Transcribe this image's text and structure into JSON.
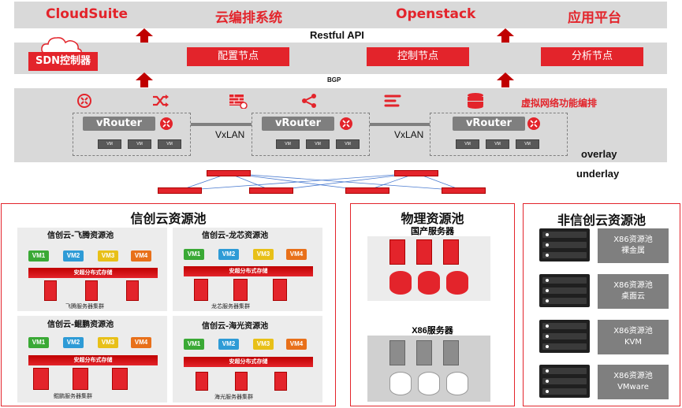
{
  "top_labels": [
    "CloudSuite",
    "云编排系统",
    "Openstack",
    "应用平台"
  ],
  "restful_api": "Restful API",
  "sdn_controller": "SDN控制器",
  "nodes": [
    "配置节点",
    "控制节点",
    "分析节点"
  ],
  "bgp": "BGP",
  "nfv_label": "虚拟网络功能编排",
  "vrouter": "vRouter",
  "vxlan": "VxLAN",
  "vm_small": "VM",
  "overlay": "overlay",
  "underlay": "underlay",
  "xinchuang": {
    "title": "信创云资源池",
    "pools": [
      {
        "title": "信创云-飞腾资源池",
        "cluster": "飞腾服务器集群"
      },
      {
        "title": "信创云-龙芯资源池",
        "cluster": "龙芯服务器集群"
      },
      {
        "title": "信创云-鲲鹏资源池",
        "cluster": "鲲鹏服务器集群"
      },
      {
        "title": "信创云-海光资源池",
        "cluster": "海光服务器集群"
      }
    ],
    "vms": [
      "VM1",
      "VM2",
      "VM3",
      "VM4"
    ],
    "storage": "安超分布式存储"
  },
  "physical": {
    "title": "物理资源池",
    "domestic": "国产服务器",
    "x86": "X86服务器"
  },
  "nonxinchuang": {
    "title": "非信创云资源池",
    "pools": [
      {
        "line1": "X86资源池",
        "line2": "裸金属"
      },
      {
        "line1": "X86资源池",
        "line2": "桌面云"
      },
      {
        "line1": "X86资源池",
        "line2": "KVM"
      },
      {
        "line1": "X86资源池",
        "line2": "VMware"
      }
    ]
  },
  "colors": {
    "accent": "#e3242b",
    "band": "#d9d9d9",
    "dark": "#7f7f7f"
  }
}
